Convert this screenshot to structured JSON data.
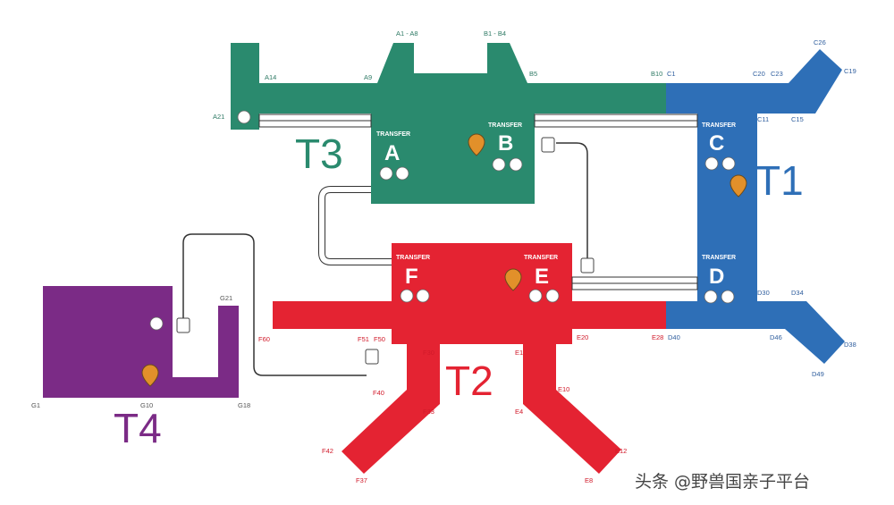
{
  "colors": {
    "t3": "#2a8a6e",
    "t1": "#2e6fb7",
    "t2": "#e42332",
    "t4": "#7b2b86",
    "pin": "#e2902a",
    "line": "#333333"
  },
  "terminals": {
    "t3": "T3",
    "t1": "T1",
    "t2": "T2",
    "t4": "T4"
  },
  "piers": {
    "a": {
      "letter": "A",
      "transfer": "TRANSFER"
    },
    "b": {
      "letter": "B",
      "transfer": "TRANSFER"
    },
    "c": {
      "letter": "C",
      "transfer": "TRANSFER"
    },
    "d": {
      "letter": "D",
      "transfer": "TRANSFER"
    },
    "e": {
      "letter": "E",
      "transfer": "TRANSFER"
    },
    "f": {
      "letter": "F",
      "transfer": "TRANSFER"
    }
  },
  "gates": {
    "t3": {
      "a1_a8": "A1 - A8",
      "b1_b4": "B1 - B4",
      "a14": "A14",
      "a9": "A9",
      "b5": "B5",
      "b10": "B10",
      "a21": "A21"
    },
    "t1": {
      "c1": "C1",
      "c20": "C20",
      "c23": "C23",
      "c26": "C26",
      "c19": "C19",
      "c11": "C11",
      "c15": "C15",
      "d30": "D30",
      "d34": "D34",
      "d40": "D40",
      "d46": "D46",
      "d38": "D38",
      "d49": "D49"
    },
    "t2": {
      "f60": "F60",
      "f51": "F51",
      "f50": "F50",
      "f30": "F30",
      "e1": "E1",
      "e20": "E20",
      "e28": "E28",
      "f40": "F40",
      "e10": "E10",
      "f33": "F33",
      "e4": "E4",
      "f42": "F42",
      "f37": "F37",
      "e12": "E12",
      "e8": "E8"
    },
    "t4": {
      "g21": "G21",
      "g1": "G1",
      "g10": "G10",
      "g18": "G18"
    }
  },
  "watermark": "头条 @野兽国亲子平台"
}
